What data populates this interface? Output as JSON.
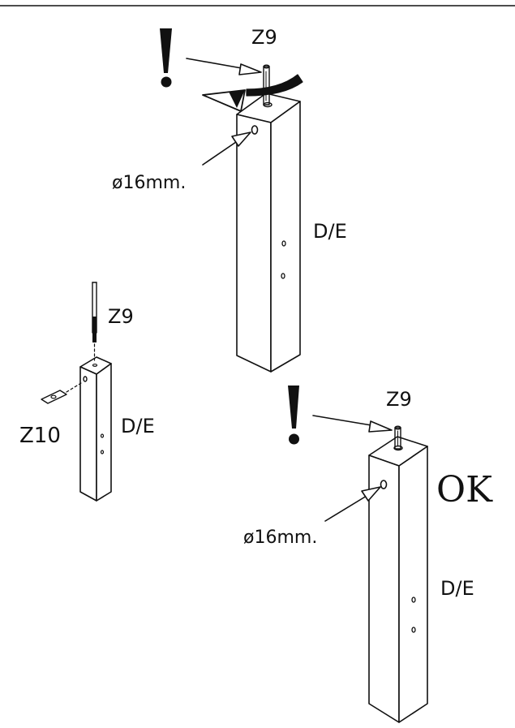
{
  "labels": {
    "pin_top": "Z9",
    "hole_top": "ø16mm.",
    "leg_top": "D/E",
    "pin_small": "Z9",
    "cam_small": "Z10",
    "leg_small": "D/E",
    "pin_bottom": "Z9",
    "ok": "OK",
    "hole_bottom": "ø16mm.",
    "leg_bottom": "D/E"
  },
  "colors": {
    "ink": "#111111",
    "paper": "#ffffff",
    "leg_front": "#ffffff",
    "leg_side": "#ffffff"
  },
  "icons": {
    "warning": "exclamation-mark-icon",
    "rotate": "curved-arrow-icon"
  }
}
